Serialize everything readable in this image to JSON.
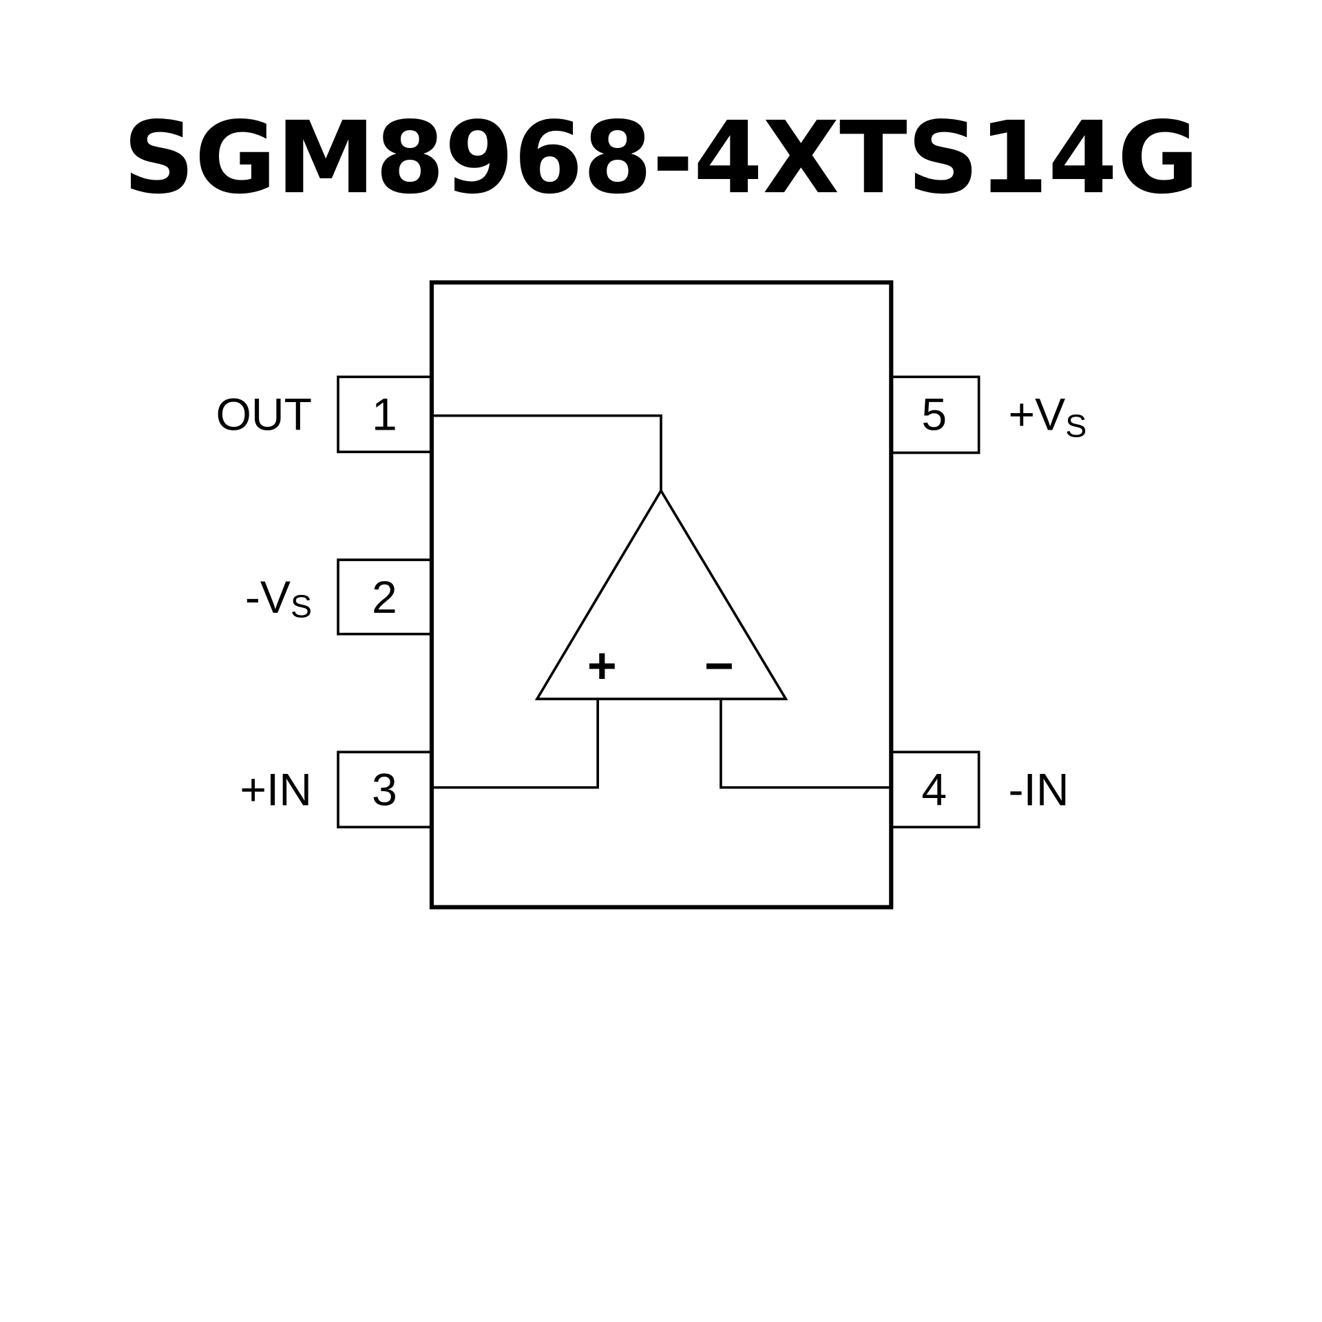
{
  "title": "SGM8968-4XTS14G",
  "pins": [
    {
      "number": "1",
      "label": "OUT"
    },
    {
      "number": "2",
      "label": "-V",
      "sub": "S"
    },
    {
      "number": "3",
      "label": "+IN"
    },
    {
      "number": "4",
      "label": "-IN"
    },
    {
      "number": "5",
      "label": "+V",
      "sub": "S"
    }
  ],
  "opamp": {
    "plus": "+",
    "minus": "−"
  }
}
